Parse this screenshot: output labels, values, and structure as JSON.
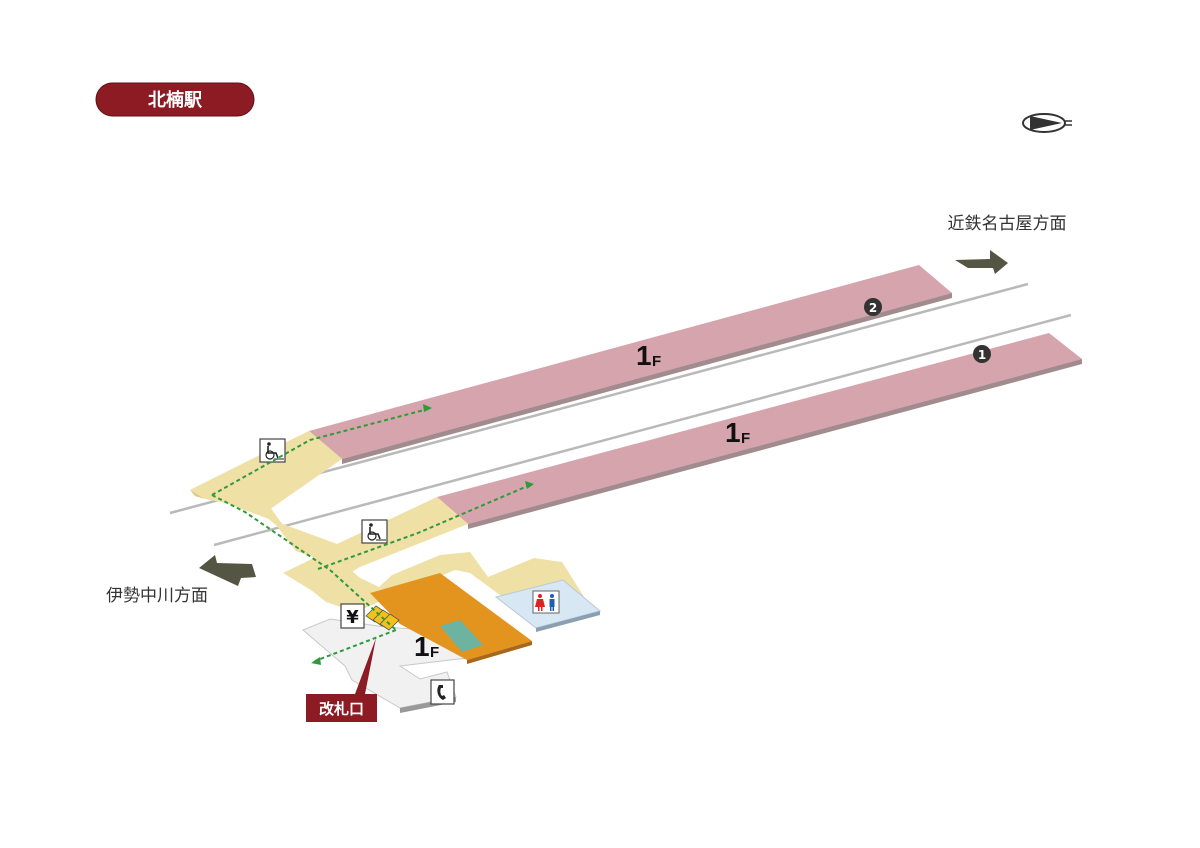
{
  "station": {
    "name": "北楠駅"
  },
  "directions": {
    "north": "近鉄名古屋方面",
    "south": "伊勢中川方面"
  },
  "platforms": [
    {
      "number": "2",
      "floor_digit": "1",
      "floor_suffix": "F"
    },
    {
      "number": "1",
      "floor_digit": "1",
      "floor_suffix": "F"
    }
  ],
  "concourse": {
    "floor_digit": "1",
    "floor_suffix": "F"
  },
  "labels": {
    "ticket_gate": "改札口"
  },
  "icons": {
    "ticket_machine_symbol": "¥",
    "wheelchair": "wheelchair-icon",
    "restroom": "restroom-icon",
    "telephone": "telephone-icon",
    "compass": "compass-icon"
  },
  "colors": {
    "station_badge": "#8c1b24",
    "platform": "#d6a4ad",
    "walkway": "#efe0a5",
    "concourse": "#f1f1f1",
    "shop": "#e3941f",
    "restroom_area": "#d7e7f3",
    "accessible_route": "#2e9a3a",
    "track": "#b9b9b9",
    "direction_arrow": "#555544"
  }
}
